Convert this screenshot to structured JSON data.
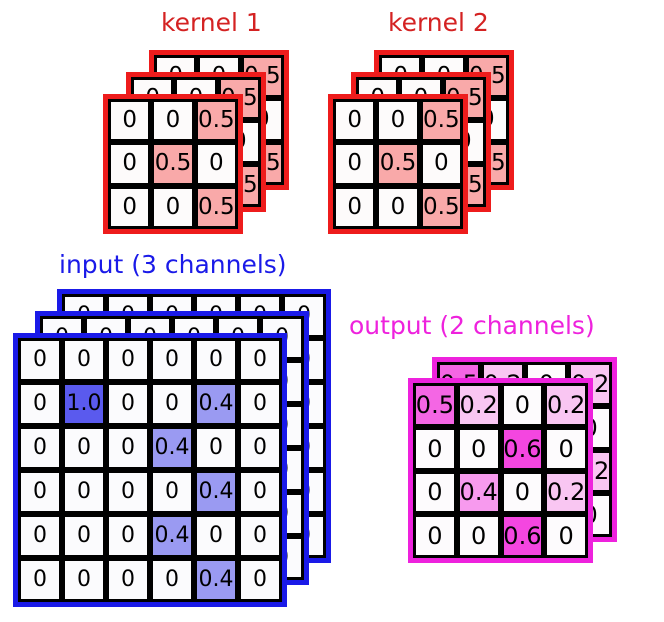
{
  "diagram": {
    "title": "multi-channel convolution illustration",
    "colors": {
      "kernel_border": "#ee1c1c",
      "kernel_label": "#d42222",
      "kernel_fill": "#f9a9a9",
      "input_border": "#1a1ae8",
      "input_label": "#1a1ae8",
      "input_fill_high": "#5a5aee",
      "input_fill_low": "#9a9af2",
      "output_border": "#ee22dd",
      "output_label": "#ee22dd",
      "output_fill_high": "#f446e0",
      "output_fill_low": "#f9c6f2",
      "cell_border": "#000000",
      "background": "#ffffff"
    }
  },
  "groups": {
    "kernel1": {
      "label": "kernel 1",
      "channels": 3,
      "rows": 3,
      "cols": 3,
      "matrix": [
        [
          "0",
          "0",
          "0.5"
        ],
        [
          "0",
          "0.5",
          "0"
        ],
        [
          "0",
          "0",
          "0.5"
        ]
      ]
    },
    "kernel2": {
      "label": "kernel 2",
      "channels": 3,
      "rows": 3,
      "cols": 3,
      "matrix": [
        [
          "0",
          "0",
          "0.5"
        ],
        [
          "0",
          "0.5",
          "0"
        ],
        [
          "0",
          "0",
          "0.5"
        ]
      ]
    },
    "input": {
      "label": "input (3 channels)",
      "channels": 3,
      "rows": 6,
      "cols": 6,
      "matrix": [
        [
          "0",
          "0",
          "0",
          "0",
          "0",
          "0"
        ],
        [
          "0",
          "1.0",
          "0",
          "0",
          "0.4",
          "0"
        ],
        [
          "0",
          "0",
          "0",
          "0.4",
          "0",
          "0"
        ],
        [
          "0",
          "0",
          "0",
          "0",
          "0.4",
          "0"
        ],
        [
          "0",
          "0",
          "0",
          "0.4",
          "0",
          "0"
        ],
        [
          "0",
          "0",
          "0",
          "0",
          "0.4",
          "0"
        ]
      ]
    },
    "output": {
      "label": "output (2 channels)",
      "channels": 2,
      "rows": 4,
      "cols": 4,
      "matrix": [
        [
          "0.5",
          "0.2",
          "0",
          "0.2"
        ],
        [
          "0",
          "0",
          "0.6",
          "0"
        ],
        [
          "0",
          "0.4",
          "0",
          "0.2"
        ],
        [
          "0",
          "0",
          "0.6",
          "0"
        ]
      ]
    }
  }
}
